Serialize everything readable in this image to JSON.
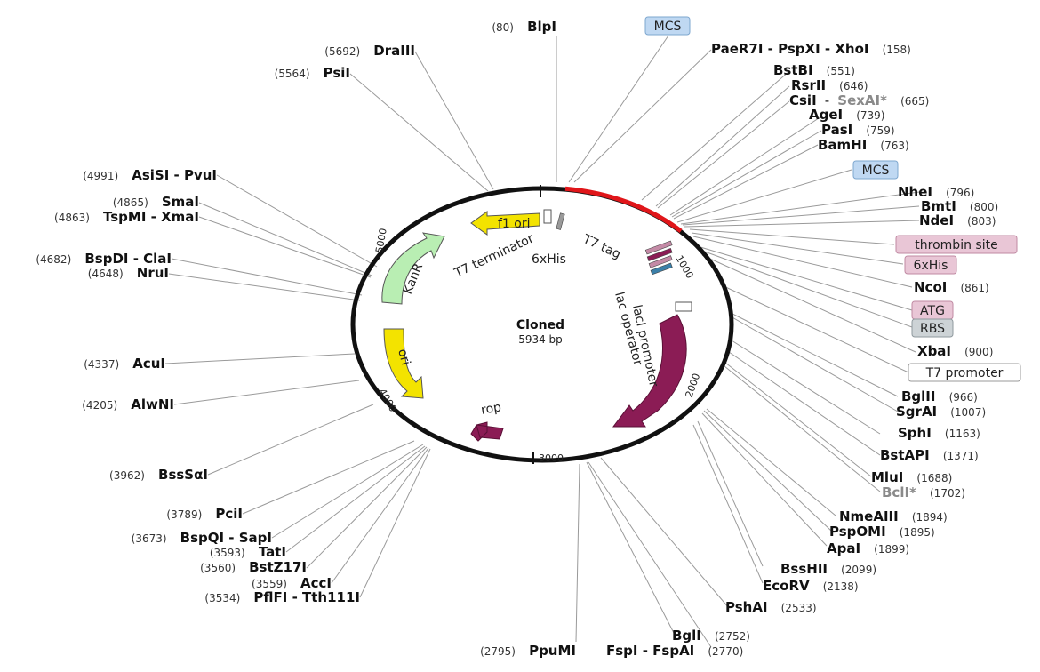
{
  "plasmid": {
    "name": "Cloned",
    "size_label": "5934 bp"
  },
  "ticks": [
    "1000",
    "2000",
    "3000",
    "4000",
    "5000"
  ],
  "features": {
    "f1_ori": "f1 ori",
    "kanr": "KanR",
    "ori": "ori",
    "rop": "rop",
    "laci": "lacI",
    "t7_terminator": "T7 terminator",
    "sixhis": "6xHis",
    "t7_tag": "T7 tag",
    "lac_operator": "lac operator",
    "laci_promoter": "lacI promoter"
  },
  "boxes": {
    "mcs_top": "MCS",
    "mcs_mid": "MCS",
    "thrombin": "thrombin site",
    "sixhis": "6xHis",
    "atg": "ATG",
    "rbs": "RBS",
    "t7_promoter": "T7 promoter"
  },
  "sites": {
    "blpi": {
      "name": "BlpI",
      "pos": "(80)"
    },
    "draiii": {
      "name": "DraIII",
      "pos": "(5692)"
    },
    "psii": {
      "name": "PsiI",
      "pos": "(5564)"
    },
    "asisi": {
      "name": "AsiSI - PvuI",
      "pos": "(4991)"
    },
    "smai": {
      "name": "SmaI",
      "pos": "(4865)"
    },
    "tspmi": {
      "name": "TspMI - XmaI",
      "pos": "(4863)"
    },
    "bspdi": {
      "name": "BspDI - ClaI",
      "pos": "(4682)"
    },
    "nrui": {
      "name": "NruI",
      "pos": "(4648)"
    },
    "acui": {
      "name": "AcuI",
      "pos": "(4337)"
    },
    "alwni": {
      "name": "AlwNI",
      "pos": "(4205)"
    },
    "bsssai": {
      "name": "BssSαI",
      "pos": "(3962)"
    },
    "pcii": {
      "name": "PciI",
      "pos": "(3789)"
    },
    "bspqi": {
      "name": "BspQI - SapI",
      "pos": "(3673)"
    },
    "tati": {
      "name": "TatI",
      "pos": "(3593)"
    },
    "bstz17i": {
      "name": "BstZ17I",
      "pos": "(3560)"
    },
    "acci": {
      "name": "AccI",
      "pos": "(3559)"
    },
    "pflfi": {
      "name": "PflFI - Tth111I",
      "pos": "(3534)"
    },
    "ppumi": {
      "name": "PpuMI",
      "pos": "(2795)"
    },
    "paer7i": {
      "name": "PaeR7I - PspXI - XhoI",
      "pos": "(158)"
    },
    "bstbi": {
      "name": "BstBI",
      "pos": "(551)"
    },
    "rsrii": {
      "name": "RsrII",
      "pos": "(646)"
    },
    "csii": {
      "name": "CsiI",
      "pos": "(665)"
    },
    "sexai": {
      "name": "SexAI*"
    },
    "agei": {
      "name": "AgeI",
      "pos": "(739)"
    },
    "pasi": {
      "name": "PasI",
      "pos": "(759)"
    },
    "bamhi": {
      "name": "BamHI",
      "pos": "(763)"
    },
    "nhei": {
      "name": "NheI",
      "pos": "(796)"
    },
    "bmti": {
      "name": "BmtI",
      "pos": "(800)"
    },
    "ndei": {
      "name": "NdeI",
      "pos": "(803)"
    },
    "ncoi": {
      "name": "NcoI",
      "pos": "(861)"
    },
    "xbai": {
      "name": "XbaI",
      "pos": "(900)"
    },
    "bglii": {
      "name": "BglII",
      "pos": "(966)"
    },
    "sgrai": {
      "name": "SgrAI",
      "pos": "(1007)"
    },
    "sphi": {
      "name": "SphI",
      "pos": "(1163)"
    },
    "bstapi": {
      "name": "BstAPI",
      "pos": "(1371)"
    },
    "mlui": {
      "name": "MluI",
      "pos": "(1688)"
    },
    "bcli": {
      "name": "BclI*",
      "pos": "(1702)"
    },
    "nmeaiii": {
      "name": "NmeAIII",
      "pos": "(1894)"
    },
    "pspomi": {
      "name": "PspOMI",
      "pos": "(1895)"
    },
    "apai": {
      "name": "ApaI",
      "pos": "(1899)"
    },
    "bsshii": {
      "name": "BssHII",
      "pos": "(2099)"
    },
    "ecorv": {
      "name": "EcoRV",
      "pos": "(2138)"
    },
    "pshai": {
      "name": "PshAI",
      "pos": "(2533)"
    },
    "bgli": {
      "name": "BglI",
      "pos": "(2752)"
    },
    "fspi": {
      "name": "FspI - FspAI",
      "pos": "(2770)"
    }
  },
  "colors": {
    "backbone": "#111111",
    "insert_arc": "#e0161a",
    "f1_ori": "#f3e300",
    "ori": "#f3e300",
    "kanr": "#b9eeb3",
    "laci": "#8b1c55",
    "rop": "#8b1c55",
    "mcs_box": "#bfd8f2",
    "tag_box": "#e9c6d6",
    "rbs_box": "#cdd3d6",
    "promoter_box": "#ffffff"
  }
}
